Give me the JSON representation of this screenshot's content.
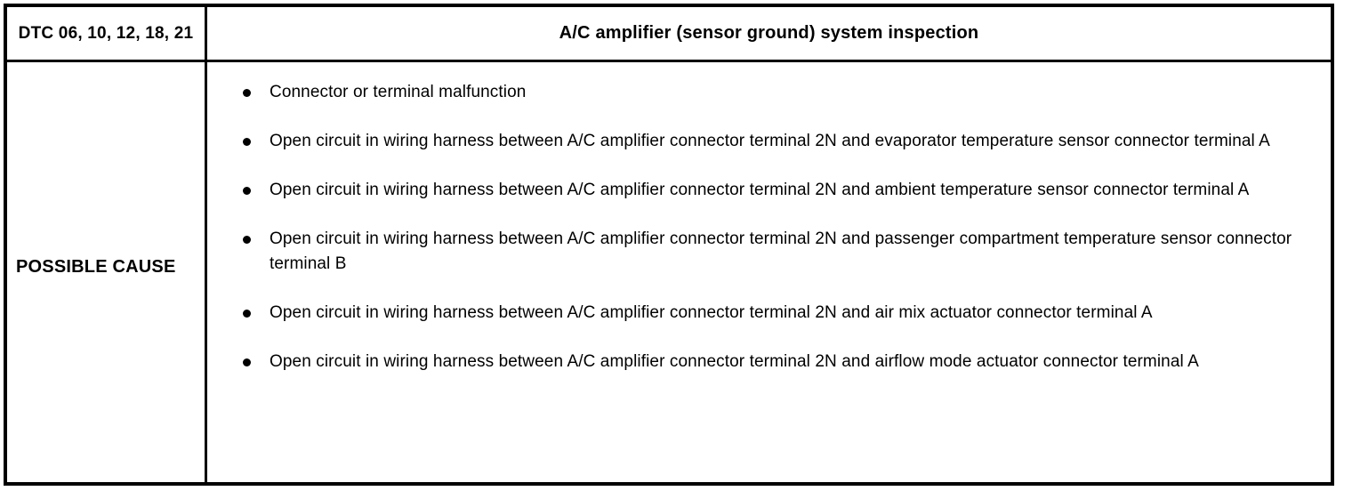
{
  "table": {
    "header": {
      "dtc_label": "DTC 06, 10, 12, 18, 21",
      "system_title": "A/C amplifier (sensor ground) system inspection"
    },
    "body": {
      "row_label": "POSSIBLE CAUSE",
      "causes": [
        {
          "text": "Connector or terminal malfunction"
        },
        {
          "text": "Open circuit in wiring harness between A/C amplifier connector terminal 2N and evaporator temperature sensor connector terminal A"
        },
        {
          "text": "Open circuit in wiring harness between A/C amplifier connector terminal 2N and ambient temperature sensor connector terminal A"
        },
        {
          "text": "Open circuit in wiring harness between A/C amplifier connector terminal 2N and passenger compartment temperature sensor connector terminal B"
        },
        {
          "text": "Open circuit in wiring harness between A/C amplifier connector terminal 2N and air mix actuator connector terminal A"
        },
        {
          "text": "Open circuit in wiring harness between A/C amplifier connector terminal 2N and airflow mode actuator connector terminal A"
        }
      ]
    }
  },
  "colors": {
    "border": "#000000",
    "text": "#000000",
    "background": "#ffffff"
  }
}
